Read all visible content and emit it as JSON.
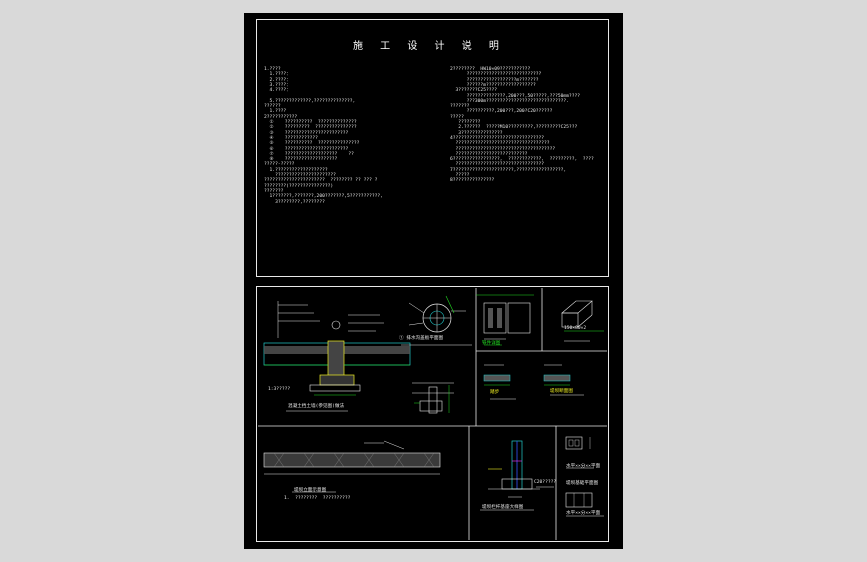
{
  "sheet1": {
    "title": "施 工 设 计 说 明",
    "left_lines": [
      "1.????",
      "  1.????：",
      "  2.????：",
      "  3.????：",
      "  4.????：",
      "",
      "  5.?????????????,??????????????,",
      "??????",
      "  1.????",
      "2???????????",
      "  ①    ??????????  ??????????????",
      "  ②    ?????????  ???????????????",
      "  ③    ???????????????????????",
      "  ④    ????????????",
      "  ⑤    ??????????  ???????????????",
      "  ⑥    ???????????????????????",
      "  ⑦    ???????????????????    ??",
      "  ⑧    ???????????????????",
      "?????-?????",
      "  1.???????????????????",
      "    ??????????????????????",
      "??????????????????????  ???????? ?? ??? ?",
      "????????(???????????????)",
      "???????",
      "  1???????,???????,200???????,5???????????,",
      "    3????????,????????"
    ],
    "right_lines": [
      "2????????  HW10×09???????????",
      "      ???????????????????????????",
      "      ??????????????????m???????",
      "      ??????m??????????????????",
      "  3???????C25????",
      "      ??????????????,200???,50?????,???50mm????",
      "      ???300m?????????????????????????????.",
      "???????",
      "      ??????????,200???,200?C20??????",
      "?????",
      "   ????????",
      "   2.??????  ?????M10?????????,?????????C25???",
      "   3???????????????",
      "4?????????????????????????????????",
      "  ??????????????????????????????????",
      "  ????????????????????????????????????",
      "  ??????????????????????????",
      "6?????????????????,  ????????????,  ?????????,  ????",
      "  ????????????????????????????????",
      "7??????????????????????,?????????????????,",
      "  ?????",
      "8???????????????"
    ]
  },
  "sheet2": {
    "labels": {
      "detail1_caption": "混凝土挡土墙(参见图)做法",
      "detail2_caption": "① 排水沟盖板平面图",
      "detail3_caption": "铁件详图",
      "detail4_caption": "踏步",
      "detail5_caption": "堤坝断面图",
      "detail6_caption": "堤坝立面示意图",
      "detail6_note": "1.  ????????  ??????????",
      "detail7_caption": "堤坝栏杆基座大样图",
      "detail8_caption": "水平××分××平面",
      "detail9_caption": "堤坝基础平面图",
      "detail10_caption": "水平××分××平面",
      "dim_label": "150×80×2",
      "note_label": "C20?????",
      "small_label": "1:3?????"
    }
  },
  "colors": {
    "background": "#d9d9d9",
    "sheet": "#000000",
    "frame": "#e8e8e8",
    "text": "#e6e6e6",
    "green": "#22dd22",
    "yellow": "#eeee22",
    "red": "#ff2222",
    "cyan": "#22cccc",
    "blue": "#3355ff",
    "magenta": "#ff33ff"
  }
}
